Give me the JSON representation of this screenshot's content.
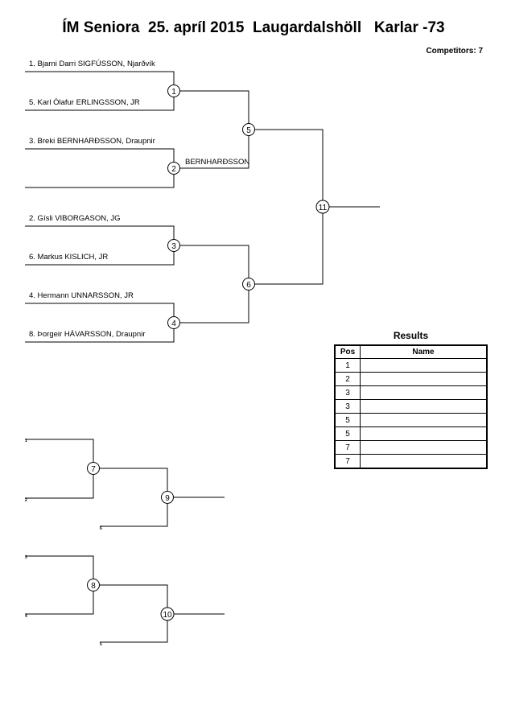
{
  "header": {
    "title": "ÍM Seniora  25. apríl 2015  Laugardalshöll   Karlar -73",
    "competitors": "Competitors: 7"
  },
  "bracket": {
    "entrants": [
      "1. Bjarni Darri SIGFÚSSON, Njarðvík",
      "5. Karl Ólafur ERLINGSSON, JR",
      "3. Breki BERNHARÐSSON, Draupnir",
      "",
      "2. Gísli VIBORGASON, JG",
      "6. Markus KISLICH, JR",
      "4. Hermann UNNARSSON, JR",
      "8. Þorgeir HÁVARSSON, Draupnir"
    ],
    "match_numbers": [
      "1",
      "2",
      "3",
      "4",
      "5",
      "6",
      "11"
    ],
    "advance_label": "BERNHARÐSSON"
  },
  "repechage": {
    "match_numbers": [
      "7",
      "9",
      "8",
      "10"
    ],
    "seed_labels": [
      "1",
      "2",
      "6",
      "3",
      "4",
      "5"
    ]
  },
  "results": {
    "title": "Results",
    "col_pos": "Pos",
    "col_name": "Name",
    "rows": [
      {
        "pos": "1",
        "name": ""
      },
      {
        "pos": "2",
        "name": ""
      },
      {
        "pos": "3",
        "name": ""
      },
      {
        "pos": "3",
        "name": ""
      },
      {
        "pos": "5",
        "name": ""
      },
      {
        "pos": "5",
        "name": ""
      },
      {
        "pos": "7",
        "name": ""
      },
      {
        "pos": "7",
        "name": ""
      }
    ]
  }
}
